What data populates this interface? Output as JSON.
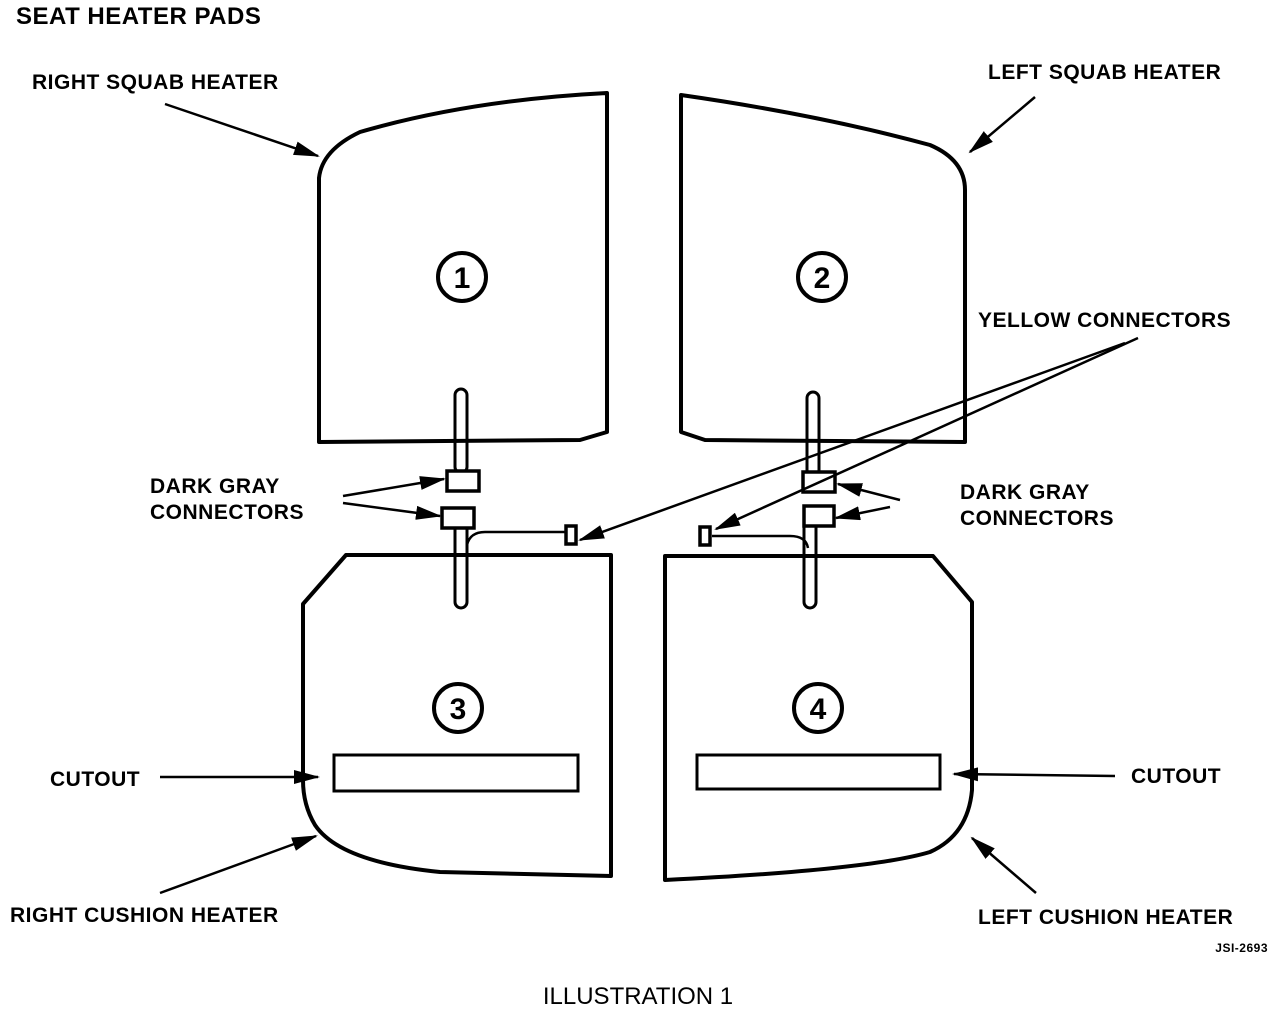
{
  "title": "SEAT HEATER PADS",
  "caption": "ILLUSTRATION 1",
  "figure_code": "JSI-2693",
  "labels": {
    "right_squab": "RIGHT SQUAB HEATER",
    "left_squab": "LEFT SQUAB HEATER",
    "yellow_connectors": "YELLOW CONNECTORS",
    "dark_gray_left_line1": "DARK GRAY",
    "dark_gray_left_line2": "CONNECTORS",
    "dark_gray_right_line1": "DARK GRAY",
    "dark_gray_right_line2": "CONNECTORS",
    "cutout_left": "CUTOUT",
    "cutout_right": "CUTOUT",
    "right_cushion": "RIGHT CUSHION HEATER",
    "left_cushion": "LEFT CUSHION HEATER"
  },
  "pads": [
    {
      "number": "1",
      "name": "Right squab heater"
    },
    {
      "number": "2",
      "name": "Left squab heater"
    },
    {
      "number": "3",
      "name": "Right cushion heater"
    },
    {
      "number": "4",
      "name": "Left cushion heater"
    }
  ]
}
